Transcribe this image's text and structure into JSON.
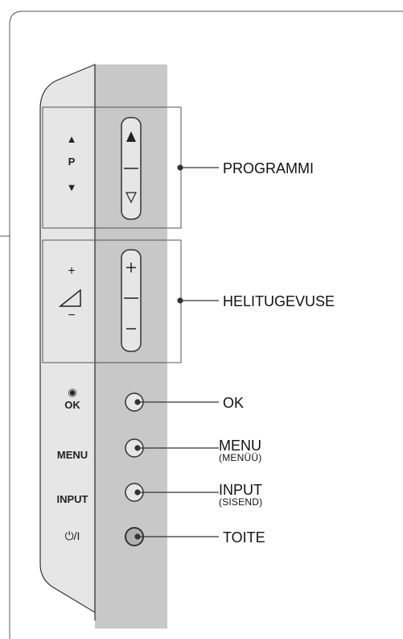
{
  "panel_labels": {
    "program": {
      "up": "▲",
      "letter": "P",
      "down": "▼"
    },
    "volume": {
      "plus": "+",
      "minus": "−"
    },
    "ok": {
      "symbol": "◉",
      "text": "OK"
    },
    "menu": "MENU",
    "input": "INPUT",
    "power": "⏻/I"
  },
  "callouts": {
    "programmi": "PROGRAMMI",
    "helitugevuse": "HELITUGEVUSE",
    "ok": "OK",
    "menu": {
      "main": "MENU",
      "sub": "(MENÜÜ)"
    },
    "input": {
      "main": "INPUT",
      "sub": "(SISEND)"
    },
    "toite": "TOITE"
  },
  "colors": {
    "panel_gray": "#c8c8c8",
    "bezel_light": "#e6e6e6",
    "outline": "#333333"
  }
}
